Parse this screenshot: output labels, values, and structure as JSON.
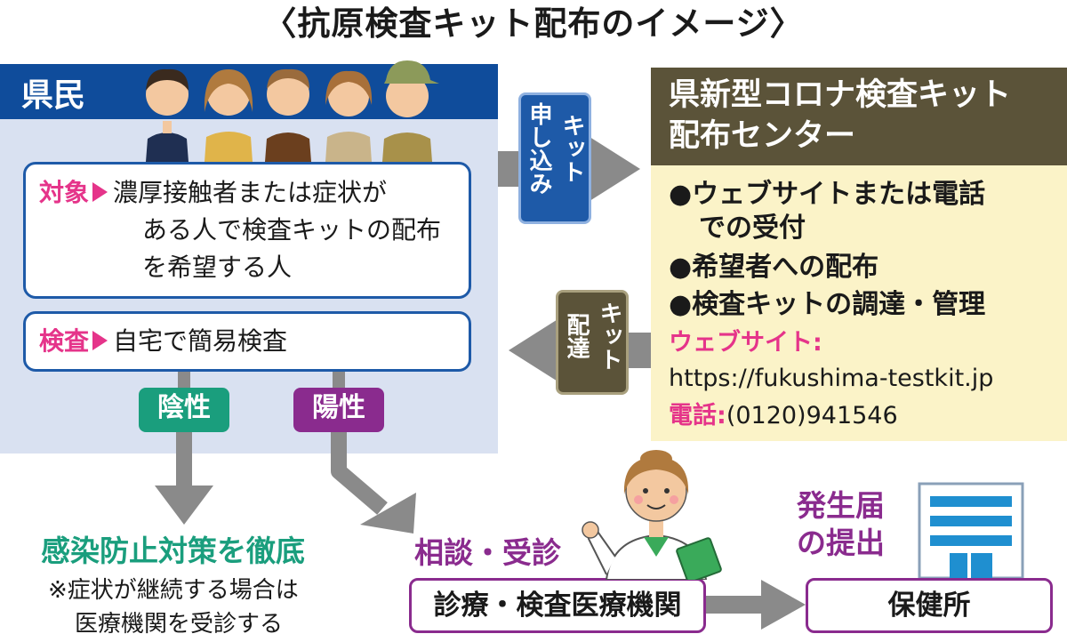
{
  "title": "〈抗原検査キット配布のイメージ〉",
  "residents": {
    "header": "県民",
    "target_label": "対象",
    "target_lines": [
      "濃厚接触者または症状が",
      "ある人で検査キットの配布",
      "を希望する人"
    ],
    "test_label": "検査",
    "test_text": "自宅で簡易検査",
    "negative": "陰性",
    "positive": "陽性"
  },
  "apply_box": [
    "キット",
    "申し込み"
  ],
  "delivery_box": [
    "キット",
    "配達"
  ],
  "center": {
    "header_lines": [
      "県新型コロナ検査キット",
      "配布センター"
    ],
    "bullets": [
      "●ウェブサイトまたは電話",
      "での受付",
      "●希望者への配布",
      "●検査キットの調達・管理"
    ],
    "website_label": "ウェブサイト:",
    "website_url": "https://fukushima-testkit.jp",
    "phone_label": "電話:",
    "phone_number": "(0120)941546"
  },
  "negative_result": {
    "title": "感染防止対策を徹底",
    "note_lines": [
      "※症状が継続する場合は",
      "医療機関を受診する"
    ]
  },
  "positive_result": {
    "consult": "相談・受診",
    "institution": "診療・検査医療機関",
    "report_lines": [
      "発生届",
      "の提出"
    ],
    "health_center": "保健所"
  },
  "colors": {
    "resident_blue": "#0f4c9b",
    "center_brown": "#5b5339",
    "negative_green": "#1a9e7d",
    "positive_purple": "#8a2b8e",
    "label_pink": "#e5348a"
  }
}
